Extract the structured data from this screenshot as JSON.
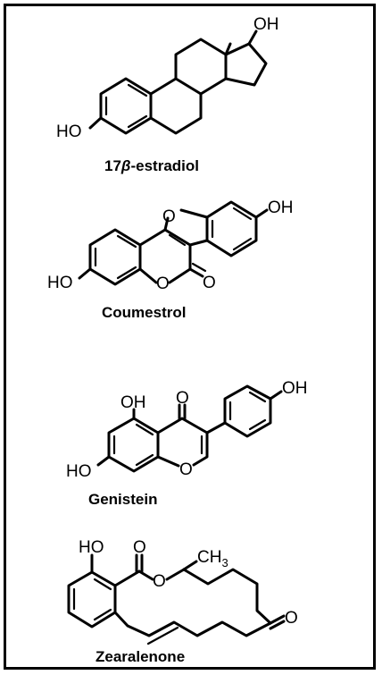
{
  "compounds": [
    {
      "name_prefix": "17",
      "name_greek": "β",
      "name_suffix": "-estradiol",
      "labels": {
        "oh_top": "OH",
        "ho_left": "HO"
      }
    },
    {
      "name": "Coumestrol",
      "labels": {
        "o_furan": "O",
        "oh_right": "OH",
        "ho_left": "HO",
        "o_ring": "O",
        "o_carbonyl": "O"
      }
    },
    {
      "name": "Genistein",
      "labels": {
        "oh_top": "OH",
        "o_carbonyl": "O",
        "oh_right": "OH",
        "ho_left": "HO",
        "o_ring": "O"
      }
    },
    {
      "name": "Zearalenone",
      "labels": {
        "ho_top": "HO",
        "o_carbonyl": "O",
        "o_ester": "O",
        "ch3": "CH",
        "ch3_sub": "3",
        "o_ketone": "O"
      }
    }
  ]
}
